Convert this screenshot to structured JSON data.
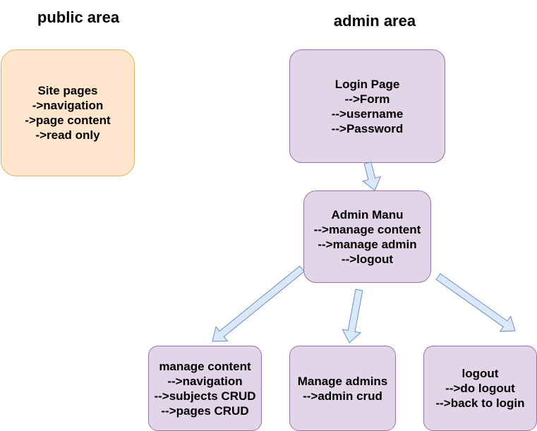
{
  "headings": {
    "public": "public area",
    "admin": "admin area"
  },
  "nodes": {
    "site_pages": {
      "lines": [
        "Site pages",
        "->navigation",
        "->page content",
        "->read only"
      ],
      "fill": "#ffe6cc",
      "stroke": "#d6b656"
    },
    "login_page": {
      "lines": [
        "Login Page",
        "-->Form",
        "-->username",
        "-->Password"
      ],
      "fill": "#e1d5e7",
      "stroke": "#9673a6"
    },
    "admin_menu": {
      "lines": [
        "Admin Manu",
        "-->manage content",
        "-->manage admin",
        "-->logout"
      ],
      "fill": "#e1d5e7",
      "stroke": "#9673a6"
    },
    "manage_content": {
      "lines": [
        "manage content",
        "-->navigation",
        "-->subjects CRUD",
        "-->pages CRUD"
      ],
      "fill": "#e1d5e7",
      "stroke": "#9673a6"
    },
    "manage_admins": {
      "lines": [
        "Manage admins",
        "-->admin crud"
      ],
      "fill": "#e1d5e7",
      "stroke": "#9673a6"
    },
    "logout": {
      "lines": [
        "logout",
        "-->do logout",
        "-->back to login"
      ],
      "fill": "#e1d5e7",
      "stroke": "#9673a6"
    }
  },
  "edges": [
    {
      "from": "login_page",
      "to": "admin_menu"
    },
    {
      "from": "admin_menu",
      "to": "manage_content"
    },
    {
      "from": "admin_menu",
      "to": "manage_admins"
    },
    {
      "from": "admin_menu",
      "to": "logout"
    }
  ],
  "arrow_colors": {
    "fill": "#dae8fc",
    "stroke": "#6c8ebf"
  }
}
